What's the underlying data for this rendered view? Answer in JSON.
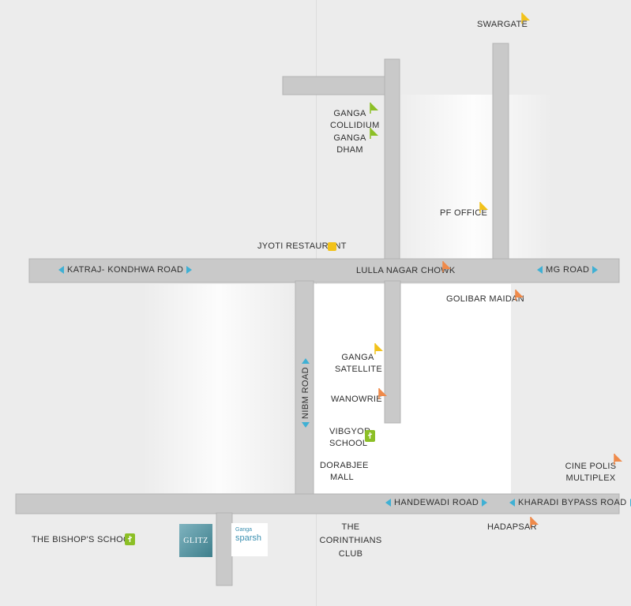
{
  "roads": {
    "katraj_kondhwa": "KATRAJ- KONDHWA ROAD",
    "mg_road": "MG ROAD",
    "nibm_road": "NIBM ROAD",
    "handewadi_road": "HANDEWADI ROAD",
    "kharadi_bypass": "KHARADI BYPASS ROAD"
  },
  "places": {
    "swargate": "SWARGATE",
    "ganga_collidium": [
      "GANGA",
      "COLLIDIUM"
    ],
    "ganga_dham": [
      "GANGA",
      "DHAM"
    ],
    "pf_office": "PF OFFICE",
    "jyoti_restaurant": "JYOTI RESTAURANT",
    "lulla_nagar_chowk": "LULLA NAGAR CHOWK",
    "golibar_maidan": "GOLIBAR  MAIDAN",
    "ganga_satellite": [
      "GANGA",
      "SATELLITE"
    ],
    "wanowrie": "WANOWRIE",
    "vibgyor_school": [
      "VIBGYOR",
      "SCHOOL"
    ],
    "dorabjee_mall": [
      "DORABJEE",
      "MALL"
    ],
    "cine_polis": [
      "CINE POLIS",
      "MULTIPLEX"
    ],
    "hadapsar": "HADAPSAR",
    "corinthians": [
      "THE",
      "CORINTHIANS",
      "CLUB"
    ],
    "bishops_school": "THE BISHOP'S  SCHOOL"
  },
  "logos": {
    "glitz": "GLITZ",
    "sparsh_small": "Ganga",
    "sparsh": "sparsh"
  },
  "colors": {
    "road": "#c9c9c9",
    "road_edge": "#b3b3b3",
    "yellow_marker": "#f2c21b",
    "green_marker": "#8cbf26",
    "orange_marker": "#ef8a4a",
    "road_arrow": "#3fb0d4",
    "school_icon": "#8cbf26",
    "restaurant_icon": "#f2c21b"
  },
  "icons": {
    "place_marker": "triangle-flag-icon",
    "school": "school-icon",
    "restaurant": "restaurant-icon",
    "road_direction": "triangle-arrow-icon"
  }
}
